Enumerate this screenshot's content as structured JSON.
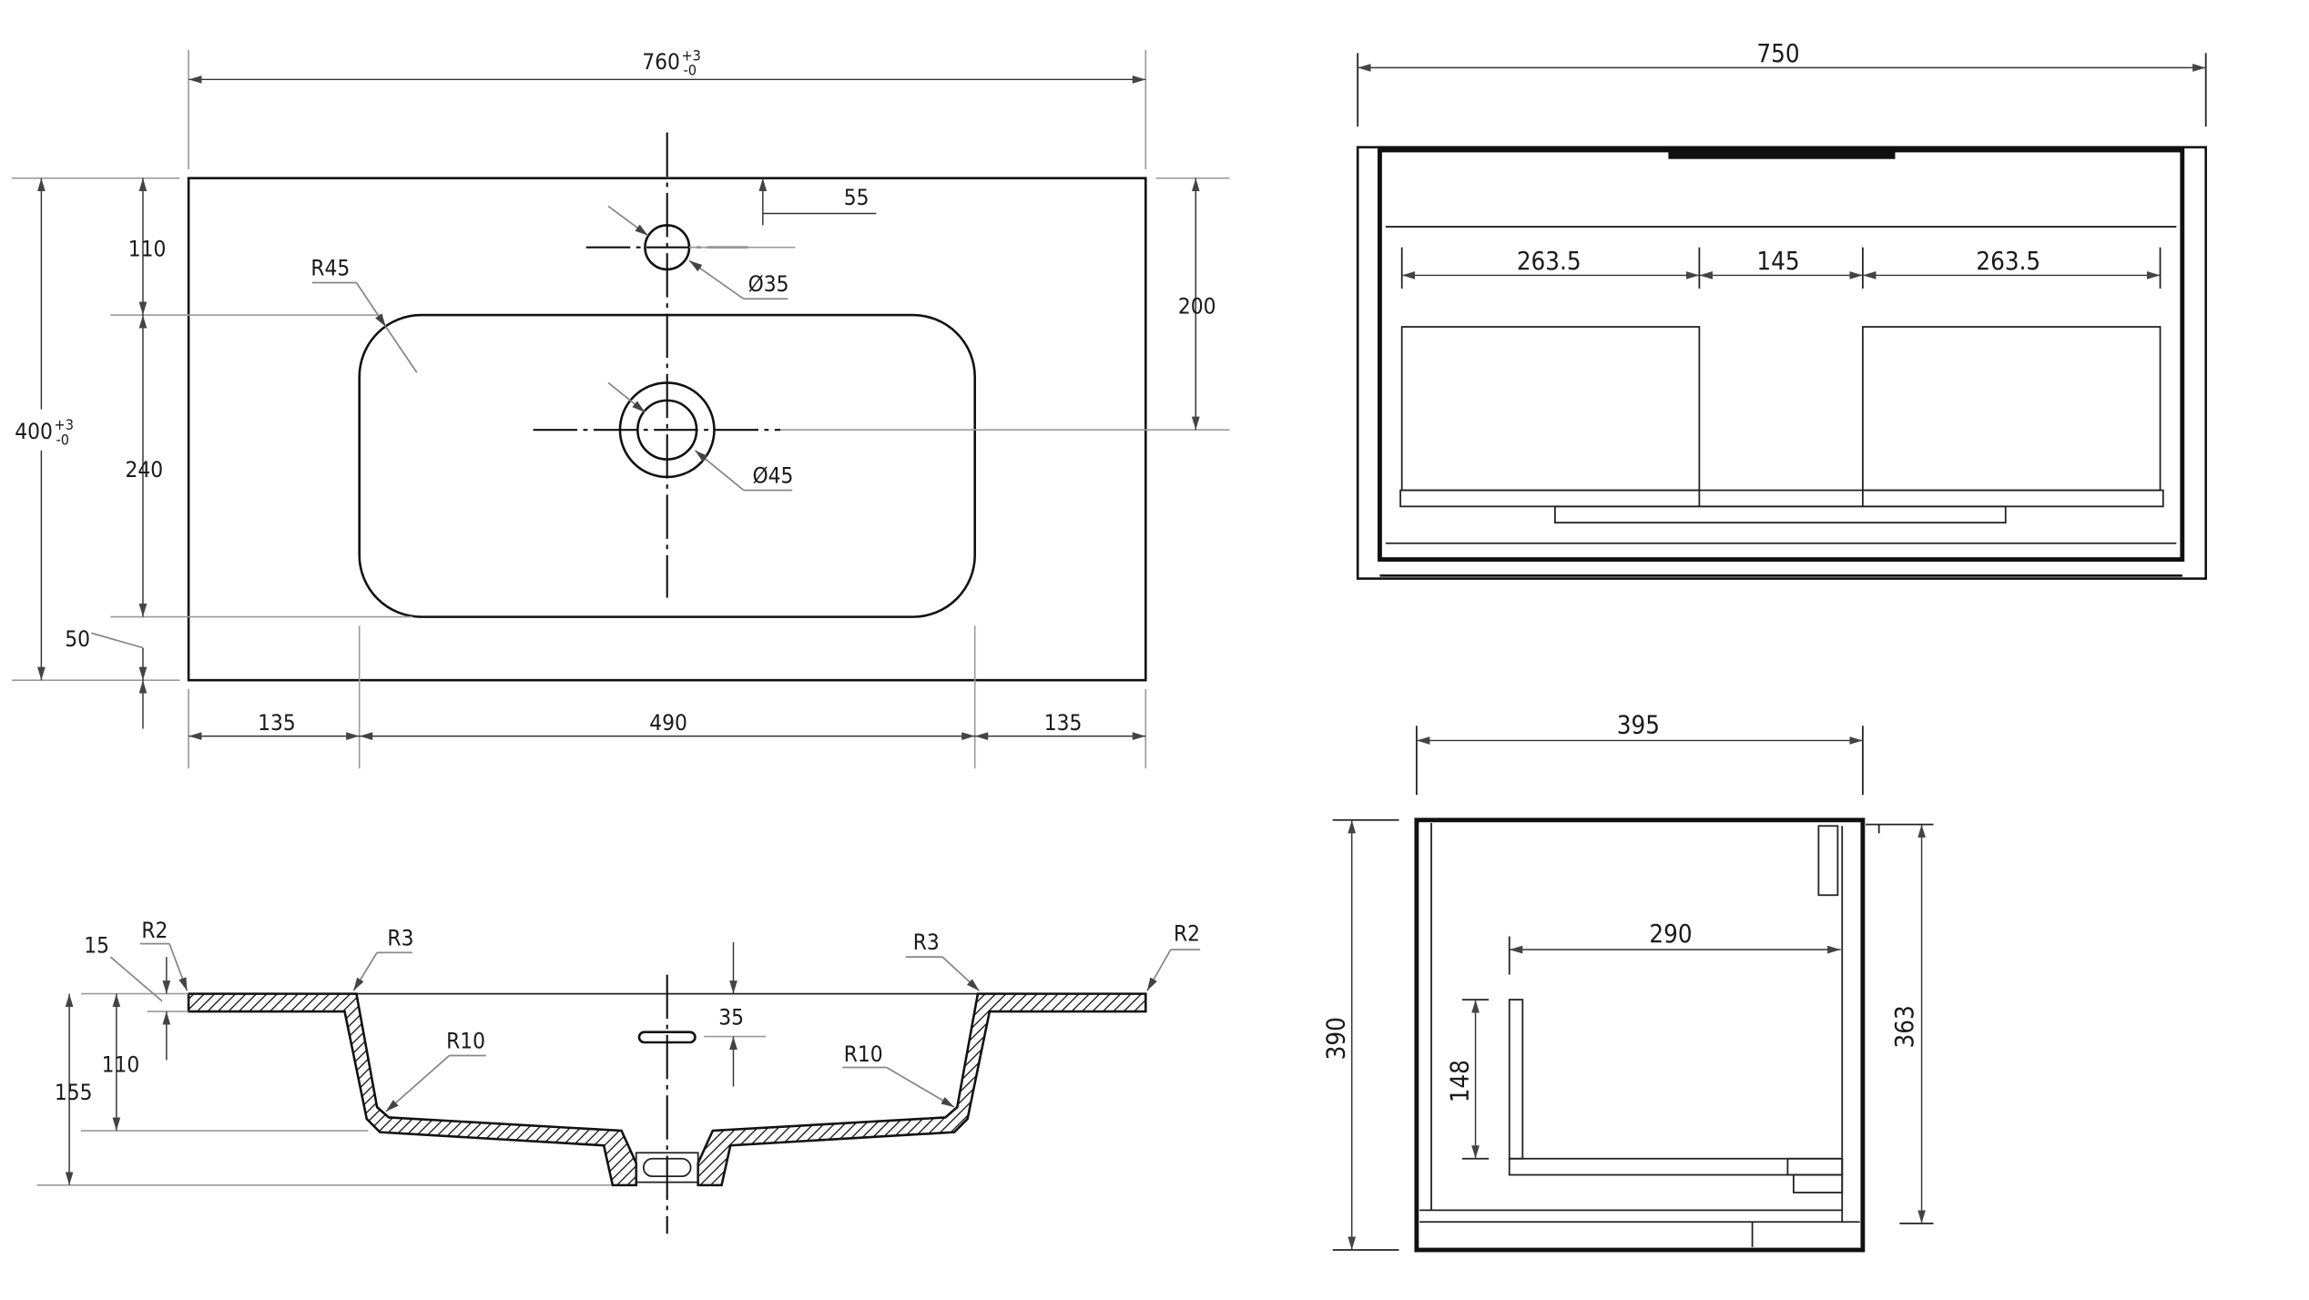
{
  "top_view": {
    "width": {
      "value": "760",
      "tol_plus": "+3",
      "tol_minus": "-0"
    },
    "depth": {
      "value": "400",
      "tol_plus": "+3",
      "tol_minus": "-0"
    },
    "left_dims": [
      "110",
      "240",
      "50"
    ],
    "right_dim": "200",
    "faucet_offset": "55",
    "faucet_hole": "Ø35",
    "drain_hole": "Ø45",
    "basin_radius": "R45",
    "bottom_dims": [
      "135",
      "490",
      "135"
    ]
  },
  "section_view": {
    "rim_thickness": "15",
    "edge_radius_left": "R2",
    "edge_radius_right": "R2",
    "top_radius_left": "R3",
    "top_radius_right": "R3",
    "overflow_depth": "35",
    "bottom_radius_left": "R10",
    "bottom_radius_right": "R10",
    "basin_depth": "110",
    "total_depth": "155"
  },
  "front_view": {
    "width": "750",
    "drawer_dims": [
      "263.5",
      "145",
      "263.5"
    ]
  },
  "side_view": {
    "depth": "395",
    "height": "390",
    "inner_height": "363",
    "drawer_depth": "290",
    "drawer_height": "148"
  }
}
